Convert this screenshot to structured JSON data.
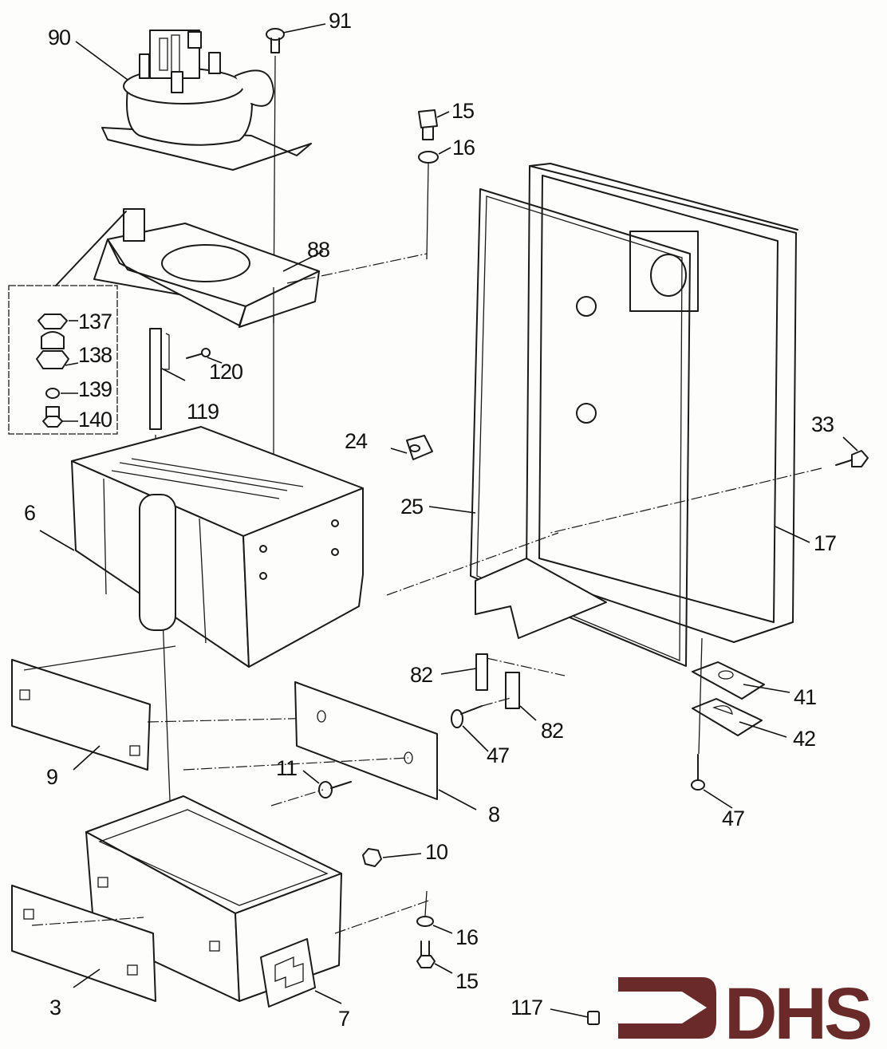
{
  "diagram": {
    "type": "exploded-parts-diagram",
    "subject": "Boiler assembly",
    "logo_text": "DHS",
    "logo_color": "#6a2a2a",
    "callouts": [
      {
        "id": "90",
        "part": "fan assembly"
      },
      {
        "id": "91",
        "part": "screw"
      },
      {
        "id": "15",
        "part": "bolt (top)"
      },
      {
        "id": "16",
        "part": "washer (top)"
      },
      {
        "id": "88",
        "part": "burner plate"
      },
      {
        "id": "137",
        "part": "nut"
      },
      {
        "id": "138",
        "part": "injector body"
      },
      {
        "id": "139",
        "part": "olive"
      },
      {
        "id": "140",
        "part": "injector"
      },
      {
        "id": "120",
        "part": "screw"
      },
      {
        "id": "119",
        "part": "rod"
      },
      {
        "id": "24",
        "part": "clip"
      },
      {
        "id": "25",
        "part": "frame seal"
      },
      {
        "id": "33",
        "part": "bolt"
      },
      {
        "id": "17",
        "part": "casing"
      },
      {
        "id": "6",
        "part": "heat exchanger"
      },
      {
        "id": "82",
        "part": "clip (left)"
      },
      {
        "id": "82",
        "part": "clip (right)"
      },
      {
        "id": "41",
        "part": "plate"
      },
      {
        "id": "42",
        "part": "gasket plate"
      },
      {
        "id": "47",
        "part": "screw (middle)"
      },
      {
        "id": "47",
        "part": "screw (right)"
      },
      {
        "id": "9",
        "part": "side panel (left)"
      },
      {
        "id": "8",
        "part": "side panel (right)"
      },
      {
        "id": "11",
        "part": "bolt"
      },
      {
        "id": "10",
        "part": "nut"
      },
      {
        "id": "16",
        "part": "washer (bottom)"
      },
      {
        "id": "15",
        "part": "bolt (bottom)"
      },
      {
        "id": "3",
        "part": "front panel"
      },
      {
        "id": "7",
        "part": "combustion chamber base"
      },
      {
        "id": "117",
        "part": "clip nut"
      }
    ]
  }
}
